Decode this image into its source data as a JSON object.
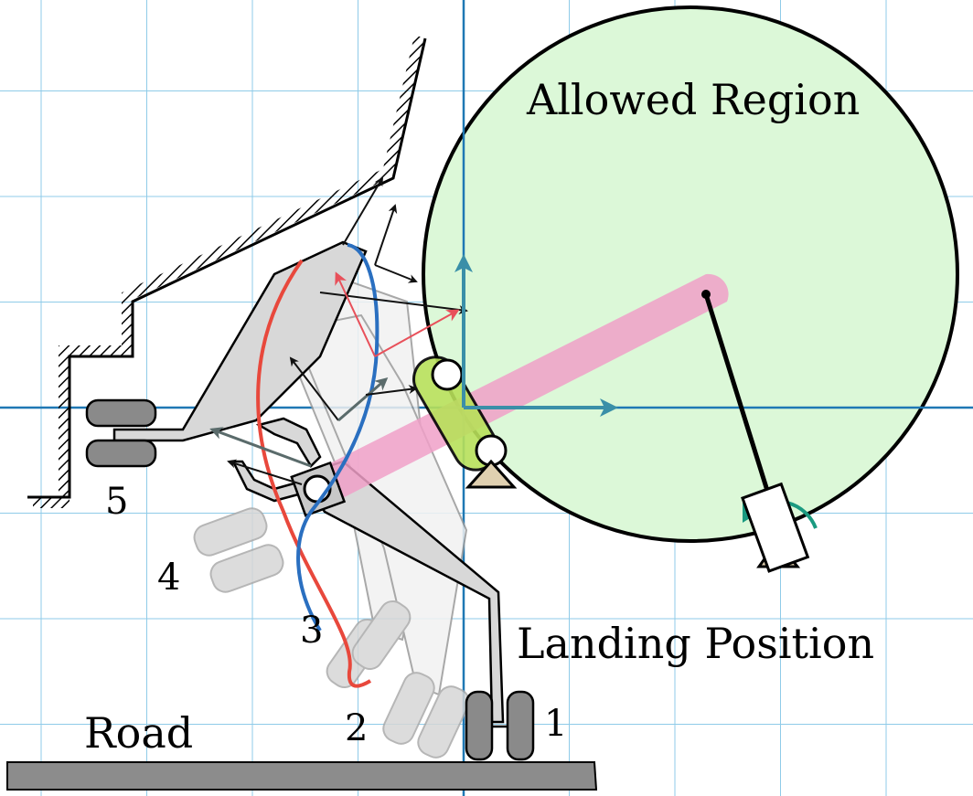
{
  "labels": {
    "allowed_region": "Allowed Region",
    "landing_position": "Landing Position",
    "road": "Road",
    "pos1": "1",
    "pos2": "2",
    "pos3": "3",
    "pos4": "4",
    "pos5": "5"
  },
  "colors": {
    "grid": "#8fcbe8",
    "axis": "#1f78b4",
    "axis_arrow": "#3a8fa8",
    "allowed_region_fill": "#dcf8d8",
    "link_pink": "#f0a0c8",
    "link_green": "#b8e05a",
    "path_red": "#e8483c",
    "path_blue": "#2a6fc0",
    "arrow_red": "#e8505a",
    "arrow_gray": "#5a6b6b",
    "gear_fill": "#d8d8d8",
    "ghost_fill": "#f2f2f2",
    "tire": "#8a8a8a",
    "road": "#8c8c8c",
    "actuator_green": "#1a9a80"
  }
}
